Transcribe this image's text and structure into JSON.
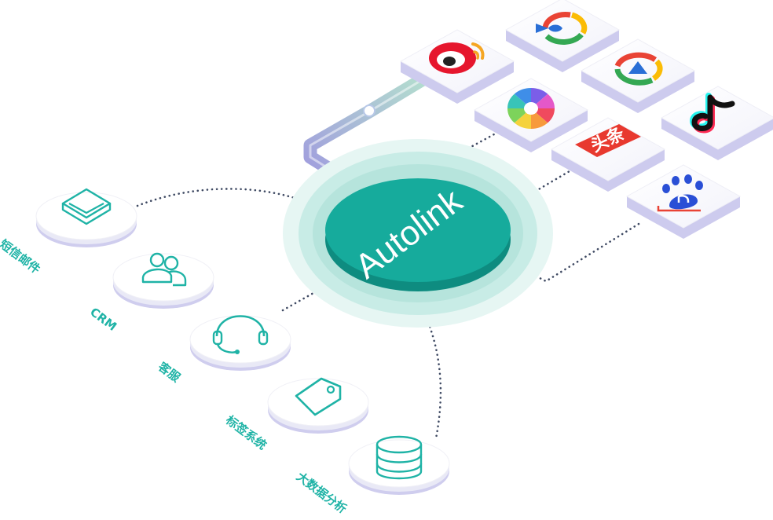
{
  "hub": {
    "label": "Autolink"
  },
  "services": [
    {
      "label": "短信邮件",
      "icon": "envelope-icon"
    },
    {
      "label": "CRM",
      "icon": "users-icon"
    },
    {
      "label": "客服",
      "icon": "headset-icon"
    },
    {
      "label": "标签系统",
      "icon": "tag-icon"
    },
    {
      "label": "大数据分析",
      "icon": "database-icon"
    }
  ],
  "platforms": [
    {
      "icon": "weibo-icon"
    },
    {
      "icon": "fish-ring-icon"
    },
    {
      "icon": "shutter-icon"
    },
    {
      "icon": "ring-house-icon"
    },
    {
      "icon": "toutiao-icon",
      "text": "头条"
    },
    {
      "icon": "tiktok-icon"
    },
    {
      "icon": "baidu-icon"
    }
  ],
  "colors": {
    "teal": "#1fb3a6",
    "hub": "#14a89a",
    "dots": "#3f4a63",
    "shadow": "#c9c8ee"
  }
}
